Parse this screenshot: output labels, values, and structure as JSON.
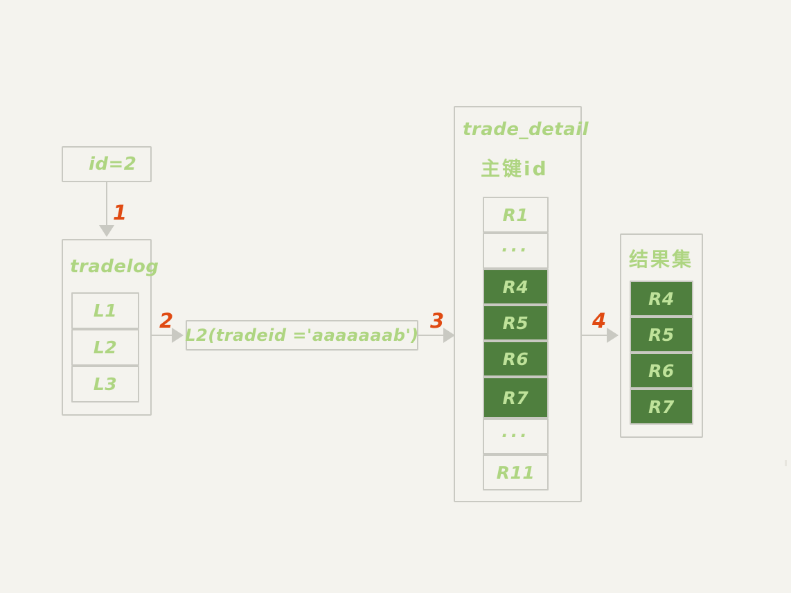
{
  "diagram": {
    "title": "index lookup flow",
    "background_color": "#f4f3ee",
    "accent_green": "#aed581",
    "fill_green": "#4f7f3e",
    "step_color": "#e04a12",
    "border_color": "#c9c9c2"
  },
  "input_node": {
    "label": "id=2"
  },
  "tradelog": {
    "title": "tradelog",
    "rows": [
      {
        "label": "L1",
        "highlighted": false
      },
      {
        "label": "L2",
        "highlighted": false
      },
      {
        "label": "L3",
        "highlighted": false
      }
    ]
  },
  "expression": {
    "label": "L2(tradeid ='aaaaaaab')"
  },
  "trade_detail": {
    "title": "trade_detail",
    "subtitle": "主键id",
    "rows": [
      {
        "label": "R1",
        "highlighted": false
      },
      {
        "label": "...",
        "highlighted": false
      },
      {
        "label": "R4",
        "highlighted": true
      },
      {
        "label": "R5",
        "highlighted": true
      },
      {
        "label": "R6",
        "highlighted": true
      },
      {
        "label": "R7",
        "highlighted": true
      },
      {
        "label": "...",
        "highlighted": false
      },
      {
        "label": "R11",
        "highlighted": false
      }
    ]
  },
  "result_set": {
    "title": "结果集",
    "rows": [
      {
        "label": "R4",
        "highlighted": true
      },
      {
        "label": "R5",
        "highlighted": true
      },
      {
        "label": "R6",
        "highlighted": true
      },
      {
        "label": "R7",
        "highlighted": true
      }
    ]
  },
  "steps": [
    {
      "number": "1"
    },
    {
      "number": "2"
    },
    {
      "number": "3"
    },
    {
      "number": "4"
    }
  ]
}
